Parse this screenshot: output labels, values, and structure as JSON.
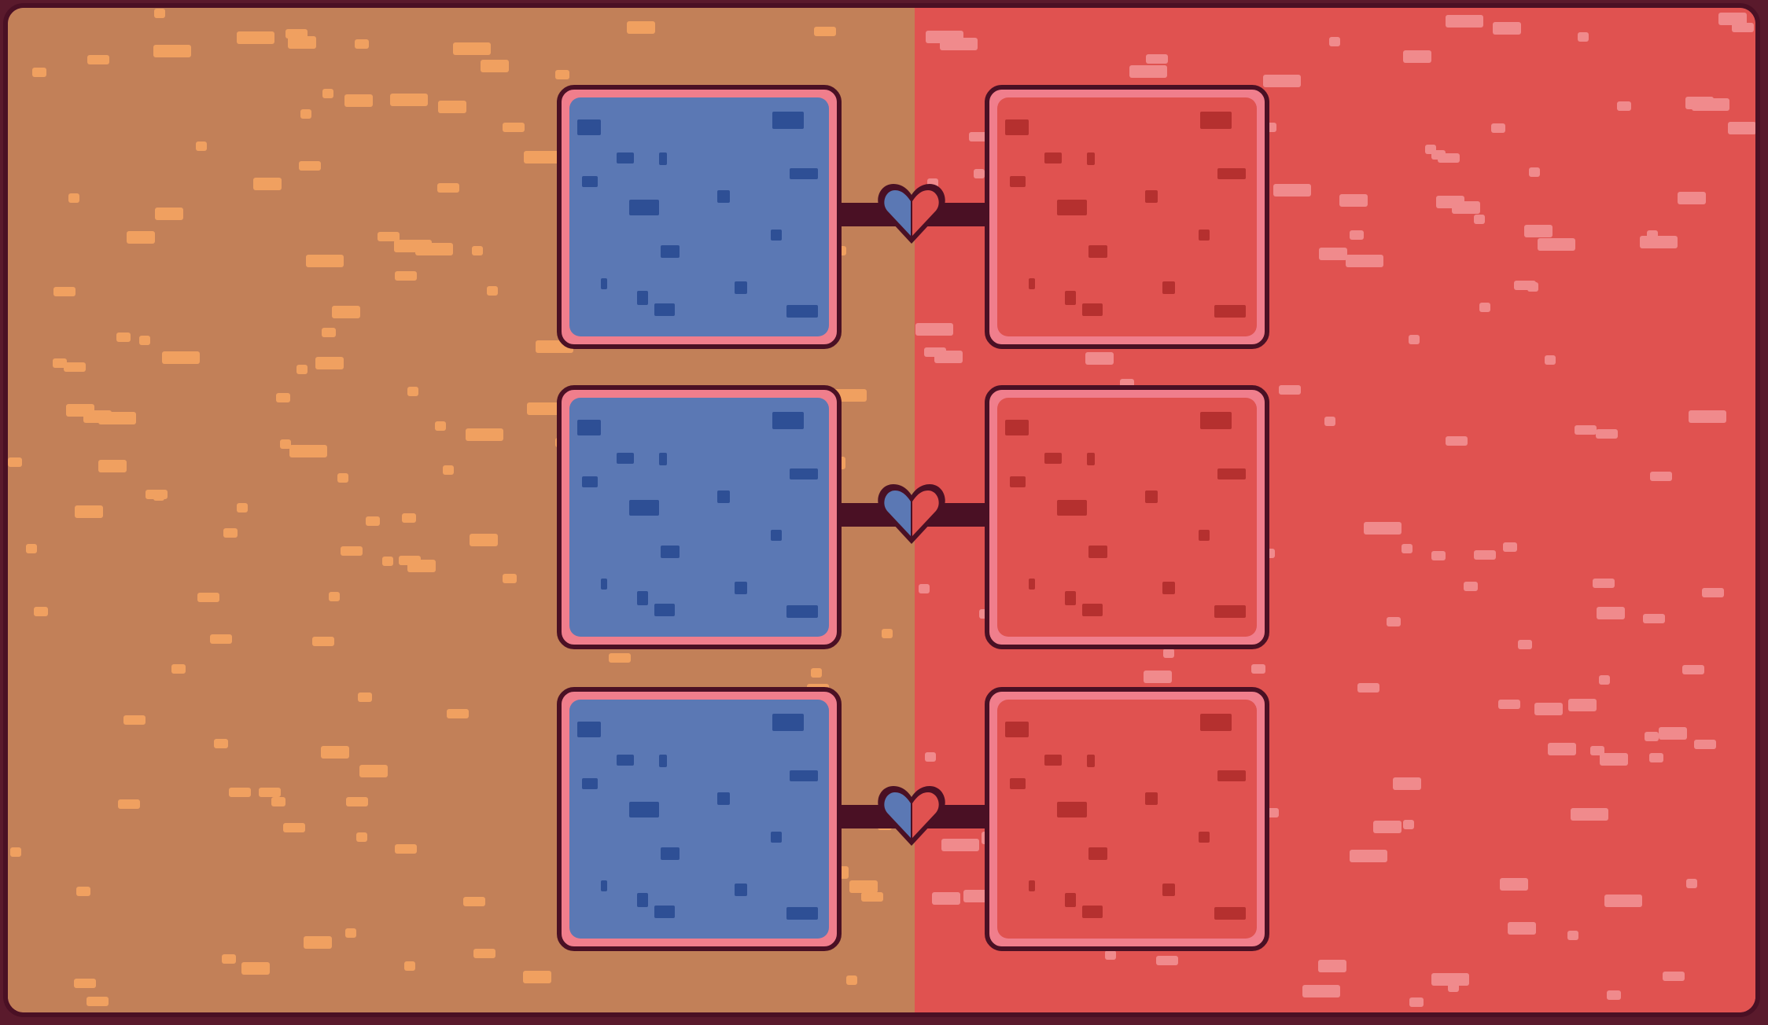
{
  "colors": {
    "left_bg": "#c28058",
    "left_spot": "#f0a060",
    "right_bg": "#e05250",
    "right_spot": "#f08a8c",
    "outline": "#4a1024",
    "rim": "#f07e8c",
    "blue_fill": "#5b78b4",
    "blue_dot": "#2e4f95",
    "red_fill": "#e05250",
    "red_dot": "#b5302f",
    "heart_blue": "#5b78b4",
    "heart_red": "#e05250"
  },
  "rows": [
    {
      "left_slot": "blue-card-slot-1",
      "right_slot": "red-card-slot-1",
      "link": "heart-link-1"
    },
    {
      "left_slot": "blue-card-slot-2",
      "right_slot": "red-card-slot-2",
      "link": "heart-link-2"
    },
    {
      "left_slot": "blue-card-slot-3",
      "right_slot": "red-card-slot-3",
      "link": "heart-link-3"
    }
  ],
  "icons": {
    "link": "split-heart-icon"
  }
}
